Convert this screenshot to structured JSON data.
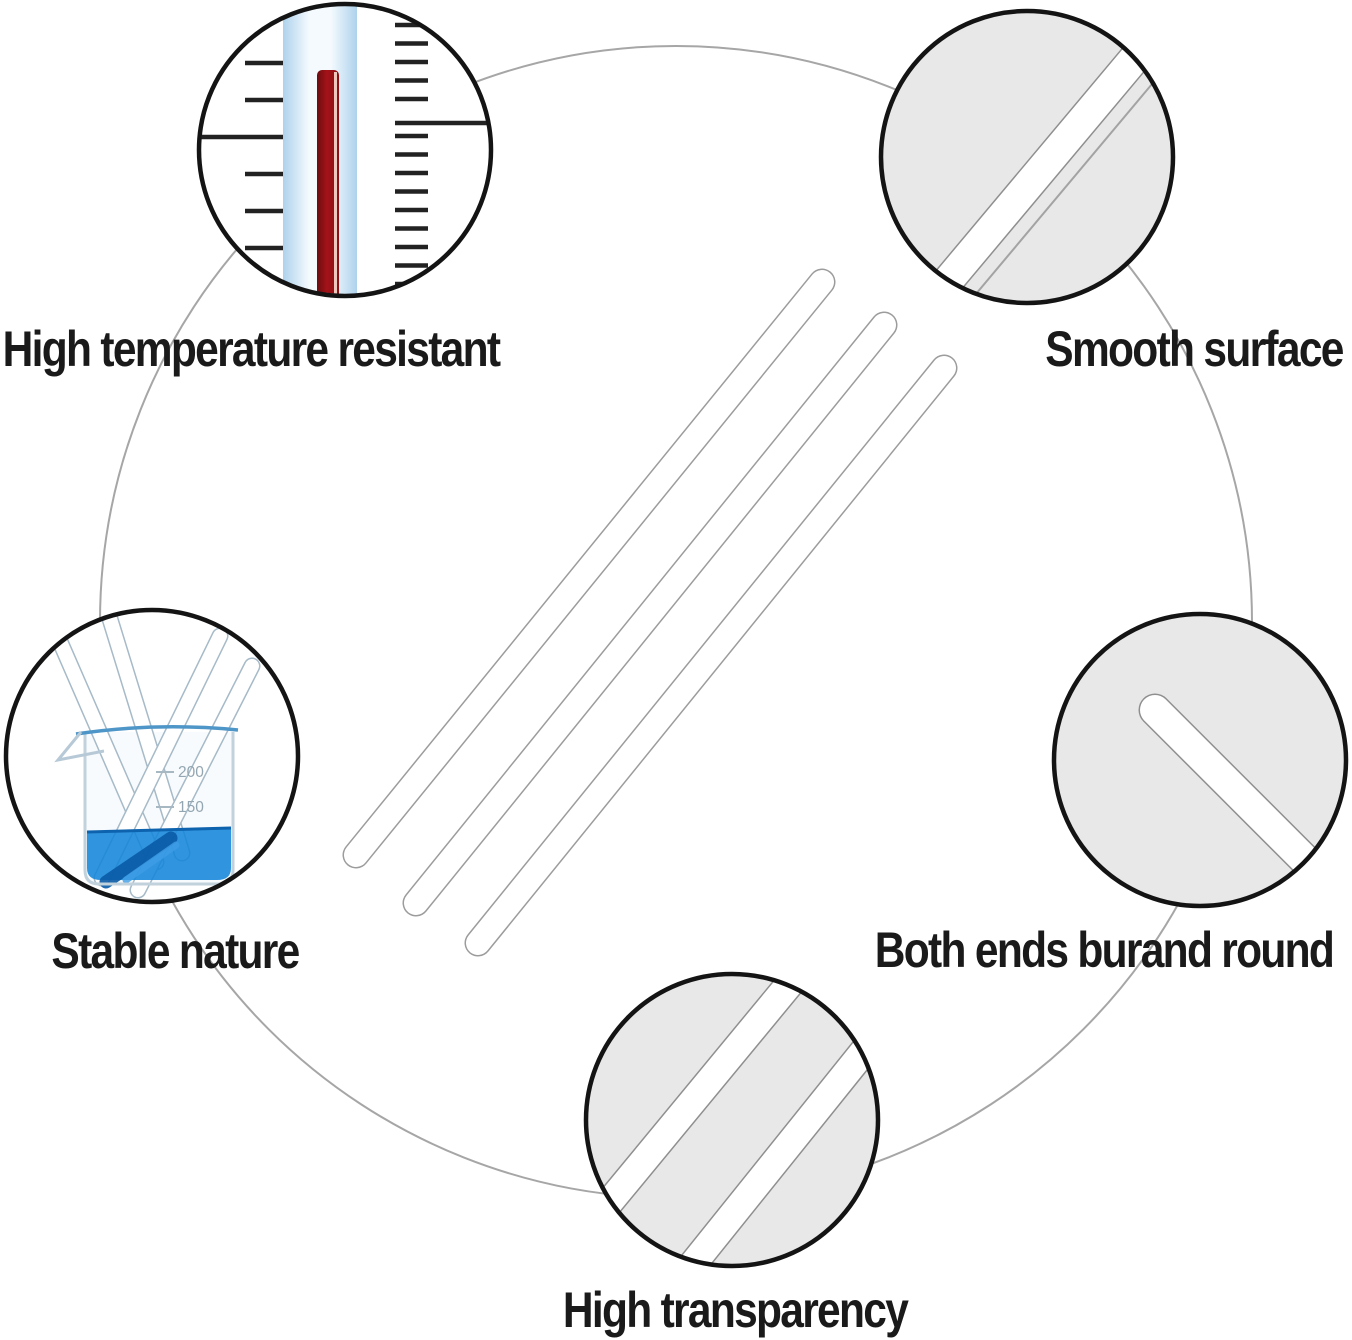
{
  "features": [
    {
      "id": "high-temperature-resistant",
      "label": "High temperature resistant",
      "icon": "thermometer-icon"
    },
    {
      "id": "smooth-surface",
      "label": "Smooth surface",
      "icon": "rod-surface-closeup-icon"
    },
    {
      "id": "stable-nature",
      "label": "Stable nature",
      "icon": "beaker-with-rods-icon"
    },
    {
      "id": "both-ends-round",
      "label": "Both ends burand round",
      "icon": "rounded-end-closeup-icon"
    },
    {
      "id": "high-transparency",
      "label": "High transparency",
      "icon": "crossed-rods-closeup-icon"
    }
  ],
  "beaker": {
    "markings": [
      "200",
      "150"
    ]
  },
  "colors": {
    "background": "#ffffff",
    "circle_border": "#141414",
    "connector_circle": "#a6a6a6",
    "closeup_fill": "#e8e8e8",
    "rod_outline": "#9c9c9c",
    "liquid_blue": "#1585da",
    "mercury_red": "#9e1115",
    "tube_blue": "#aed2ec",
    "label_text": "#1a1a1a"
  }
}
